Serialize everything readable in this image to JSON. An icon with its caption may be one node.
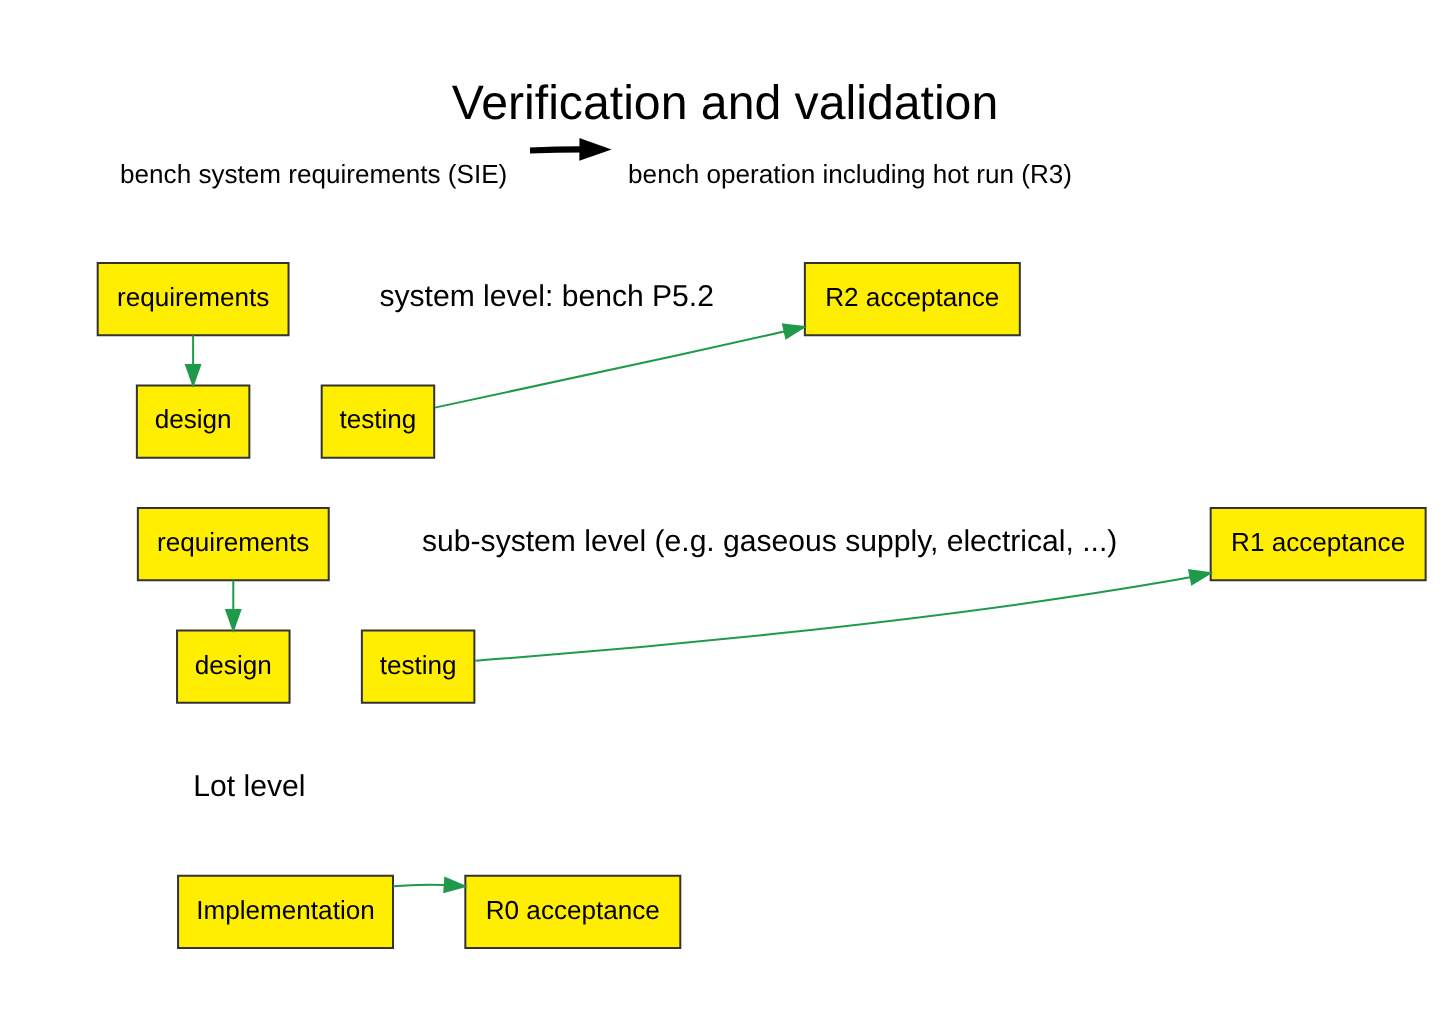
{
  "diagram": {
    "title": "Verification and validation",
    "nodes": [
      {
        "text": [
          "bench system requirements (SIE)"
        ]
      },
      {
        "text": [
          "bench operation including hot run (R3)"
        ]
      },
      {
        "text": [
          "requirements"
        ]
      },
      {
        "text": [
          "design"
        ]
      },
      {
        "text": [
          "R2 acceptance"
        ]
      },
      {
        "text": [
          "testing"
        ]
      },
      {
        "text": [
          "requirements"
        ]
      },
      {
        "text": [
          "design"
        ]
      },
      {
        "text": [
          "R1 acceptance"
        ]
      },
      {
        "text": [
          "testing"
        ]
      },
      {
        "text": [
          "Implementation"
        ]
      },
      {
        "text": [
          "R0 acceptance"
        ]
      }
    ],
    "edges": [
      {
        "from": 0,
        "to": 1,
        "arrow": "to",
        "style": "thick",
        "color": "#000000"
      },
      {
        "from": 2,
        "to": 3,
        "arrow": "to"
      },
      {
        "from": 5,
        "to": 4,
        "arrow": "to"
      },
      {
        "from": 6,
        "to": 7,
        "arrow": "to"
      },
      {
        "from": 9,
        "to": 8,
        "arrow": "to"
      },
      {
        "from": 10,
        "to": 11,
        "arrow": "to"
      }
    ],
    "labels": [
      "system level: bench P5.2",
      "sub-system level (e.g. gaseous supply, electrical, ...)",
      "Lot level"
    ]
  }
}
